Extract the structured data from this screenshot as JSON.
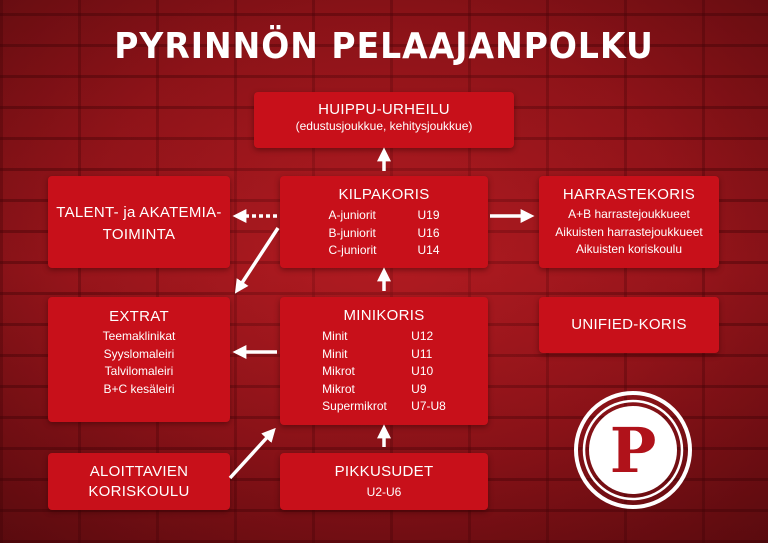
{
  "title": "PYRINNÖN PELAAJANPOLKU",
  "huippu": {
    "title": "HUIPPU-URHEILU",
    "subtitle": "(edustusjoukkue, kehitysjoukkue)"
  },
  "kilpakoris": {
    "title": "KILPAKORIS",
    "rows": [
      {
        "name": "A-juniorit",
        "age": "U19"
      },
      {
        "name": "B-juniorit",
        "age": "U16"
      },
      {
        "name": "C-juniorit",
        "age": "U14"
      }
    ]
  },
  "talent": {
    "line1": "TALENT- ja AKATEMIA-",
    "line2": "TOIMINTA"
  },
  "harrastekoris": {
    "title": "HARRASTEKORIS",
    "items": [
      "A+B harrastejoukkueet",
      "Aikuisten harrastejoukkueet",
      "Aikuisten koriskoulu"
    ]
  },
  "extrat": {
    "title": "EXTRAT",
    "items": [
      "Teemaklinikat",
      "Syyslomaleiri",
      "Talvilomaleiri",
      "B+C kesäleiri"
    ]
  },
  "minikoris": {
    "title": "MINIKORIS",
    "rows": [
      {
        "name": "Minit",
        "age": "U12"
      },
      {
        "name": "Minit",
        "age": "U11"
      },
      {
        "name": "Mikrot",
        "age": "U10"
      },
      {
        "name": "Mikrot",
        "age": "U9"
      },
      {
        "name": "Supermikrot",
        "age": "U7-U8"
      }
    ]
  },
  "unified": {
    "title": "UNIFIED-KORIS"
  },
  "aloittavien": {
    "line1": "ALOITTAVIEN",
    "line2": "KORISKOULU"
  },
  "pikkusudet": {
    "title": "PIKKUSUDET",
    "subtitle": "U2-U6"
  },
  "logo": {
    "letter": "P"
  },
  "colors": {
    "box": "#c8101a",
    "background": "#9a161c",
    "text": "#ffffff"
  }
}
